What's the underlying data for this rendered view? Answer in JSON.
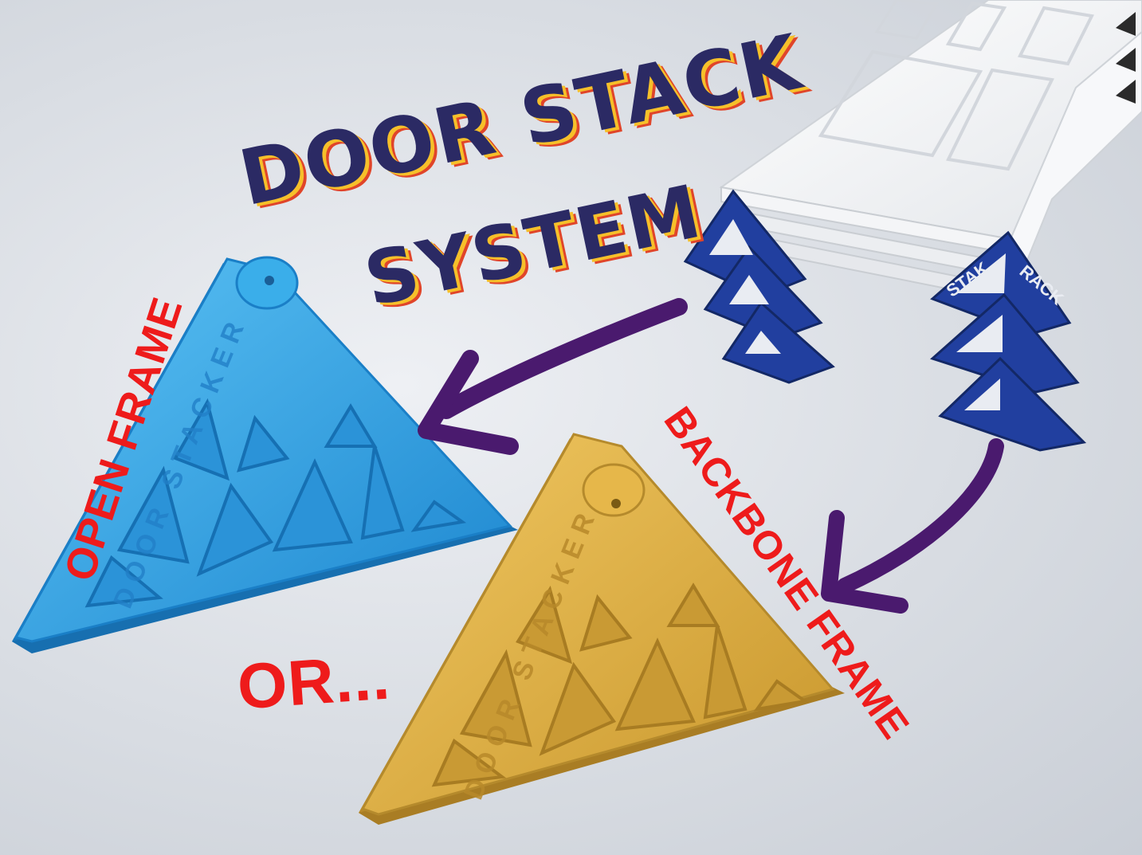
{
  "title": {
    "line1": "DOOR STACK",
    "line2": "SYSTEM"
  },
  "labels": {
    "open_frame": "OPEN FRAME",
    "backbone_frame": "BACKBONE FRAME",
    "or": "OR..."
  },
  "product": {
    "embossed": "DOOR STACKER",
    "rack_brand_left": "STAK",
    "rack_brand_right": "RACK"
  },
  "colors": {
    "title_text": "#2b2a64",
    "title_shadow_yellow": "#f6c02a",
    "title_shadow_red": "#e0452a",
    "label_red": "#ee1b1b",
    "arrow_purple": "#4a1a6e",
    "open_frame_blue": "#2f9fe0",
    "backbone_frame_yellow": "#e0b040",
    "rack_navy": "#1f3c9a"
  }
}
